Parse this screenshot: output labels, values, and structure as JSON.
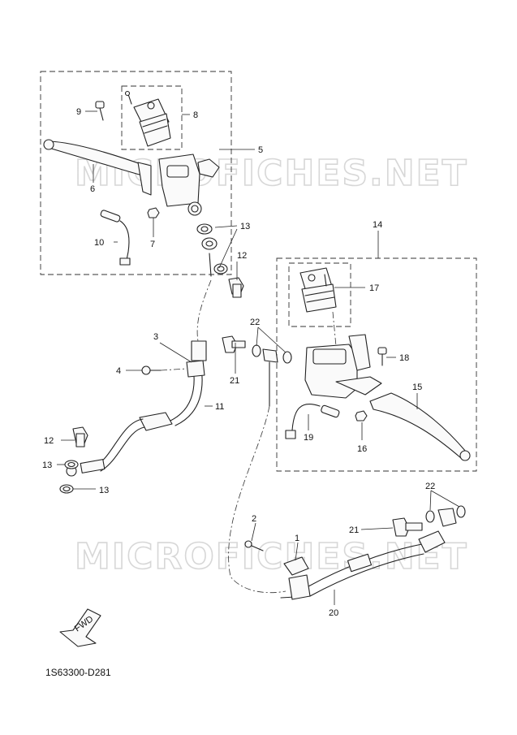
{
  "watermark": "MICROFICHES.NET",
  "diagram_code": "1S63300-D281",
  "fwd_label": "FWD",
  "callouts": {
    "c1": "1",
    "c2": "2",
    "c3": "3",
    "c4": "4",
    "c5": "5",
    "c6": "6",
    "c7": "7",
    "c8": "8",
    "c9": "9",
    "c10": "10",
    "c11": "11",
    "c12a": "12",
    "c12b": "12",
    "c13a": "13",
    "c13b": "13",
    "c13c": "13",
    "c14": "14",
    "c15": "15",
    "c16": "16",
    "c17": "17",
    "c18": "18",
    "c19": "19",
    "c20": "20",
    "c21a": "21",
    "c21b": "21",
    "c22a": "22",
    "c22b": "22"
  }
}
